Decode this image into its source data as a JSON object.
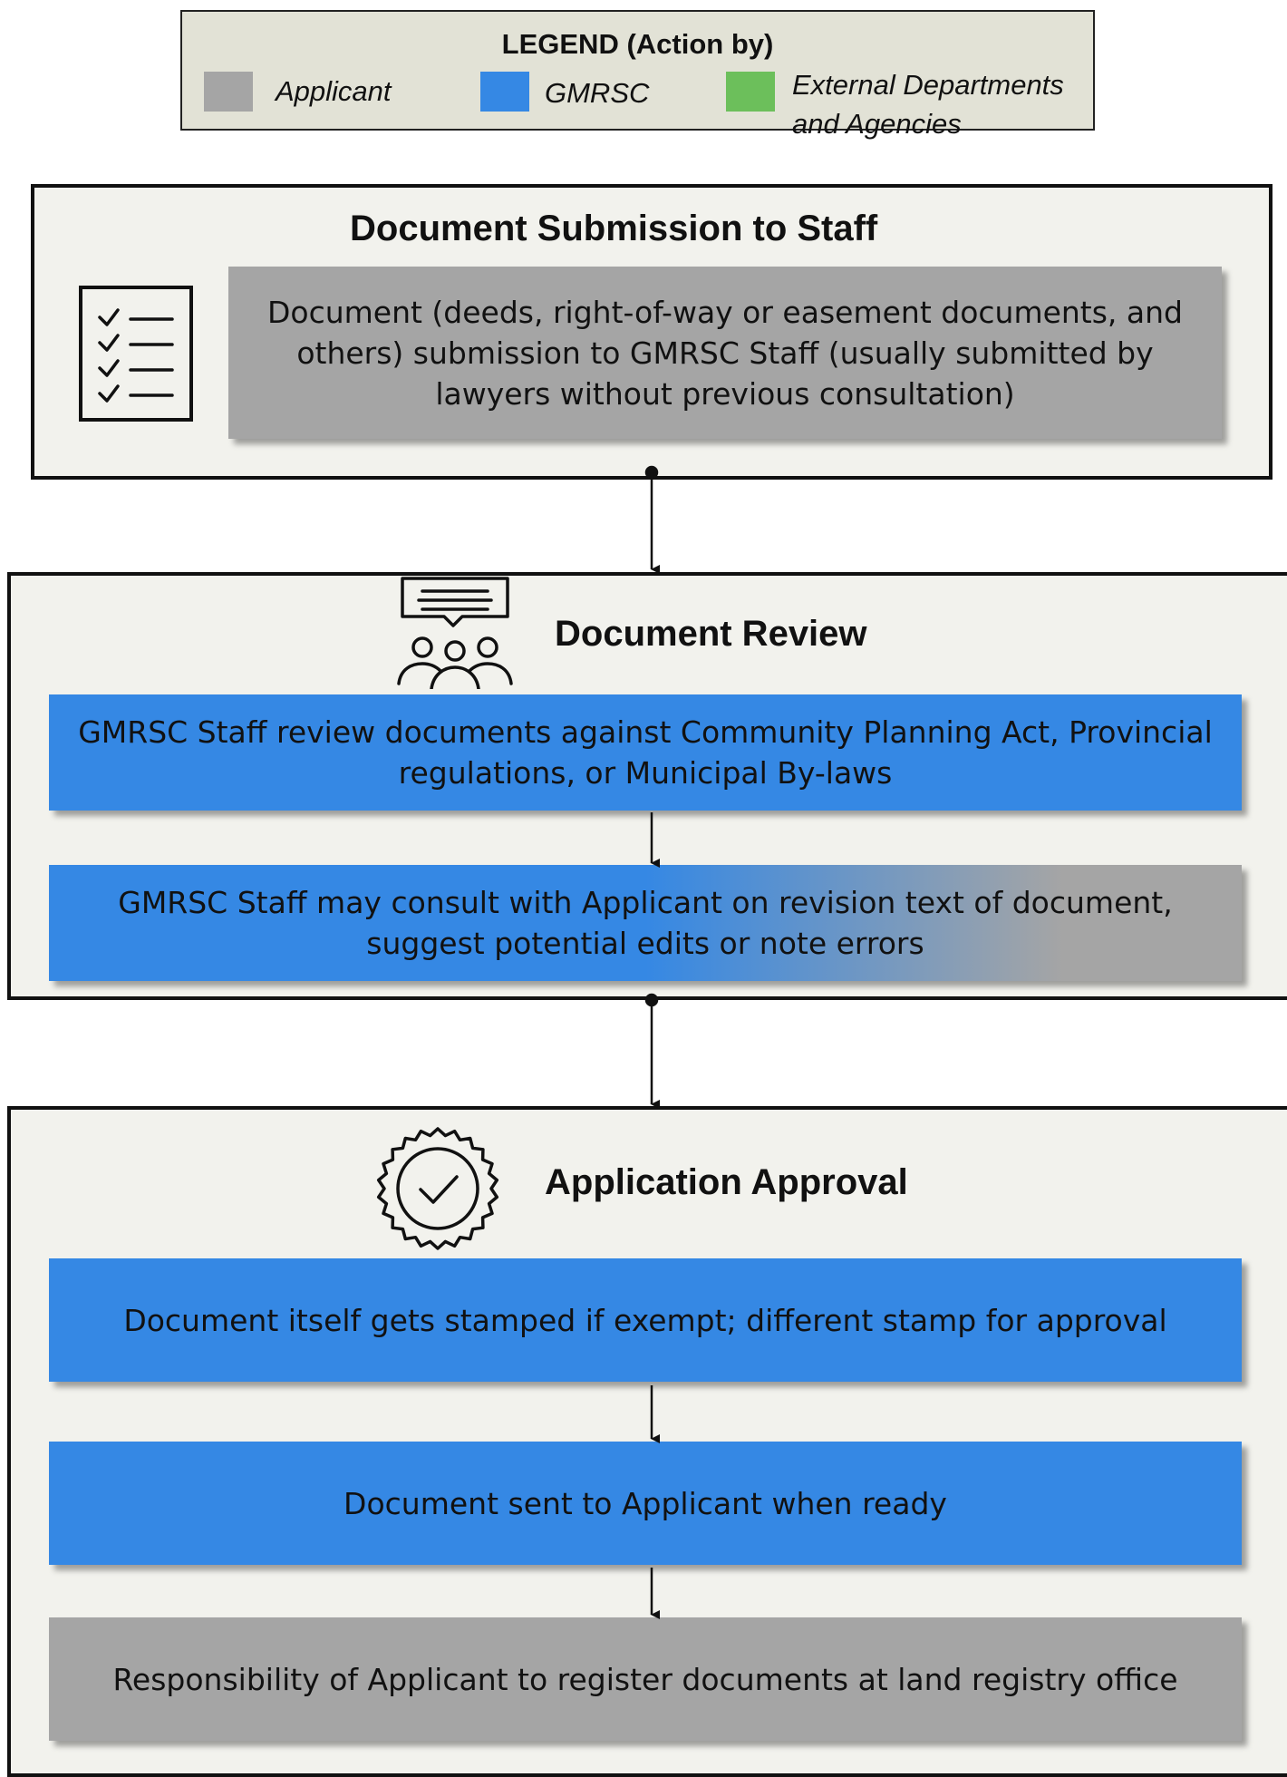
{
  "legend": {
    "title": "LEGEND (Action by)",
    "items": [
      {
        "label": "Applicant",
        "color": "#a5a5a5"
      },
      {
        "label": "GMRSC",
        "color": "#3588e4"
      },
      {
        "label_line1": "External Departments",
        "label_line2": "and Agencies",
        "color": "#6cbf5b"
      }
    ]
  },
  "sections": [
    {
      "title": "Document Submission to Staff",
      "icon": "checklist-icon",
      "steps": [
        {
          "text": "Document (deeds, right-of-way or easement documents, and others) submission to GMRSC Staff (usually submitted by lawyers without previous consultation)",
          "actor": "Applicant"
        }
      ]
    },
    {
      "title": "Document Review",
      "icon": "meeting-icon",
      "steps": [
        {
          "text": "GMRSC Staff review documents against Community Planning Act, Provincial regulations, or Municipal By-laws",
          "actor": "GMRSC"
        },
        {
          "text": "GMRSC Staff may consult with Applicant on revision text of document, suggest potential edits or note errors",
          "actor": "GMRSC / Applicant"
        }
      ]
    },
    {
      "title": "Application Approval",
      "icon": "approval-badge-icon",
      "steps": [
        {
          "text": "Document itself gets stamped if exempt; different stamp for approval",
          "actor": "GMRSC"
        },
        {
          "text": "Document sent to Applicant when ready",
          "actor": "GMRSC"
        },
        {
          "text": "Responsibility of Applicant to register documents at land registry office",
          "actor": "Applicant"
        }
      ]
    }
  ]
}
